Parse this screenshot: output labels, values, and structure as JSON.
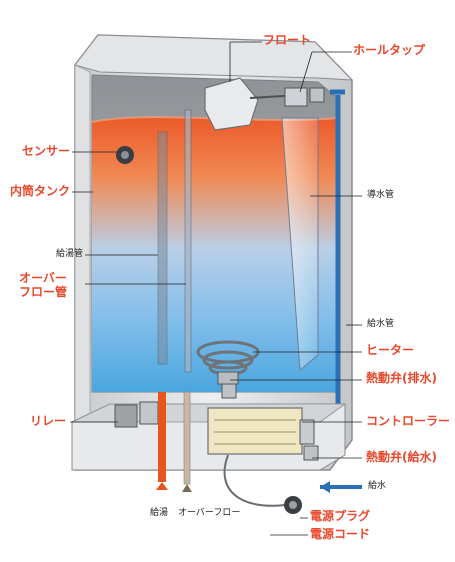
{
  "colors": {
    "callout_red": "#e8482c",
    "callout_black": "#222222",
    "water_top": "#ec5a2a",
    "water_bottom": "#4aa6df",
    "pipe_blue": "#2b6fb7",
    "hot_outlet": "#e8541f",
    "tank_shell": "#d6d8da"
  },
  "labels": {
    "float": "フロート",
    "ball_tap": "ホールタップ",
    "sensor": "センサー",
    "inner_tank": "内筒タンク",
    "guide_pipe": "導水管",
    "hot_water_pipe": "給湯管",
    "overflow_pipe_line1": "オーバー",
    "overflow_pipe_line2": "フロー管",
    "supply_pipe": "給水管",
    "heater": "ヒーター",
    "thermal_valve_drain": "熱動弁(排水)",
    "relay": "リレー",
    "controller": "コントローラー",
    "thermal_valve_supply": "熱動弁(給水)",
    "supply_in": "給水",
    "hot_out": "給湯",
    "overflow_out": "オーバーフロー",
    "power_plug": "電源プラグ",
    "power_cord": "電源コード"
  }
}
